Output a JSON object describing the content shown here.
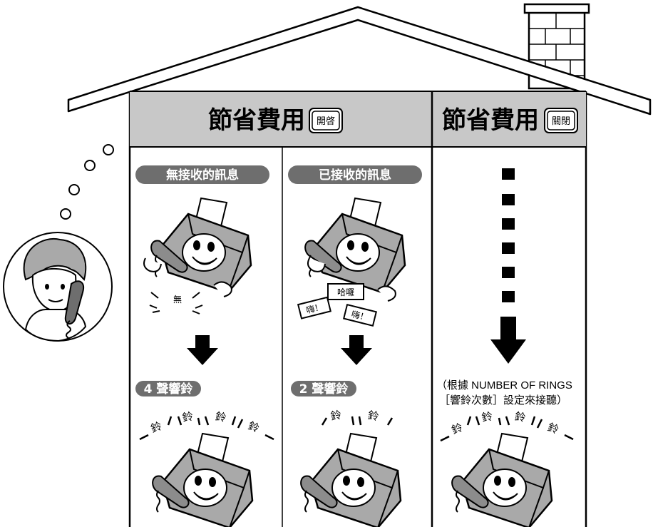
{
  "sections": [
    {
      "title": "節省費用",
      "badge": "開啓"
    },
    {
      "title": "節省費用",
      "badge": "關閉"
    }
  ],
  "columns": [
    {
      "label": "無接收的訊息",
      "silence_mark": "無",
      "ring_label": "4 聲響鈴",
      "ring_word": "鈴"
    },
    {
      "label": "已接收的訊息",
      "callout_hello": "哈囉",
      "callout_hi": "嗨！",
      "ring_label": "2 聲響鈴",
      "ring_word": "鈴"
    },
    {
      "note_line1": "（根據 NUMBER OF RINGS",
      "note_line2": "［響鈴次數］設定來接聽）",
      "ring_word": "鈴"
    }
  ],
  "colors": {
    "header_fill": "#c8c8c8",
    "pill_fill": "#6e6e6e",
    "ink": "#000000",
    "fax_fill": "#a9a9a9"
  }
}
